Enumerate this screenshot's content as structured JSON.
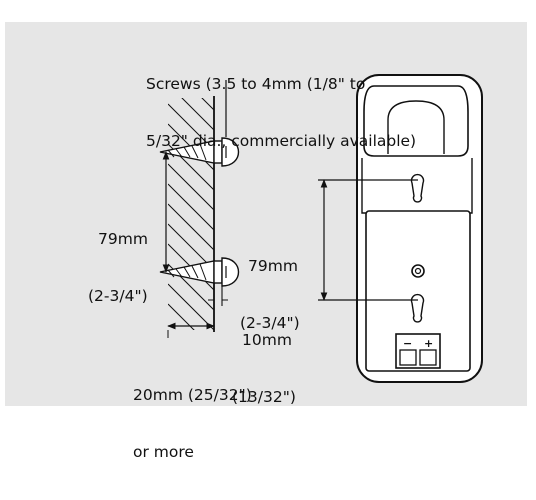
{
  "labels": {
    "screws_line1": "Screws (3.5 to 4mm (1/8\" to",
    "screws_line2": "5/32\" dia., commercially available)",
    "spacing_left_mm": "79mm",
    "spacing_left_in": "(2-3/4\")",
    "spacing_right_mm": "79mm",
    "spacing_right_in": "(2-3/4\")",
    "head_gap_mm": "10mm",
    "head_gap_in": "(13/32\")",
    "depth_line1": "20mm (25/32\")",
    "depth_line2": "or more"
  },
  "terminal_signs": {
    "minus": "−",
    "plus": "+"
  },
  "colors": {
    "background": "#e6e6e6",
    "line": "#111111",
    "fill": "#ffffff"
  }
}
